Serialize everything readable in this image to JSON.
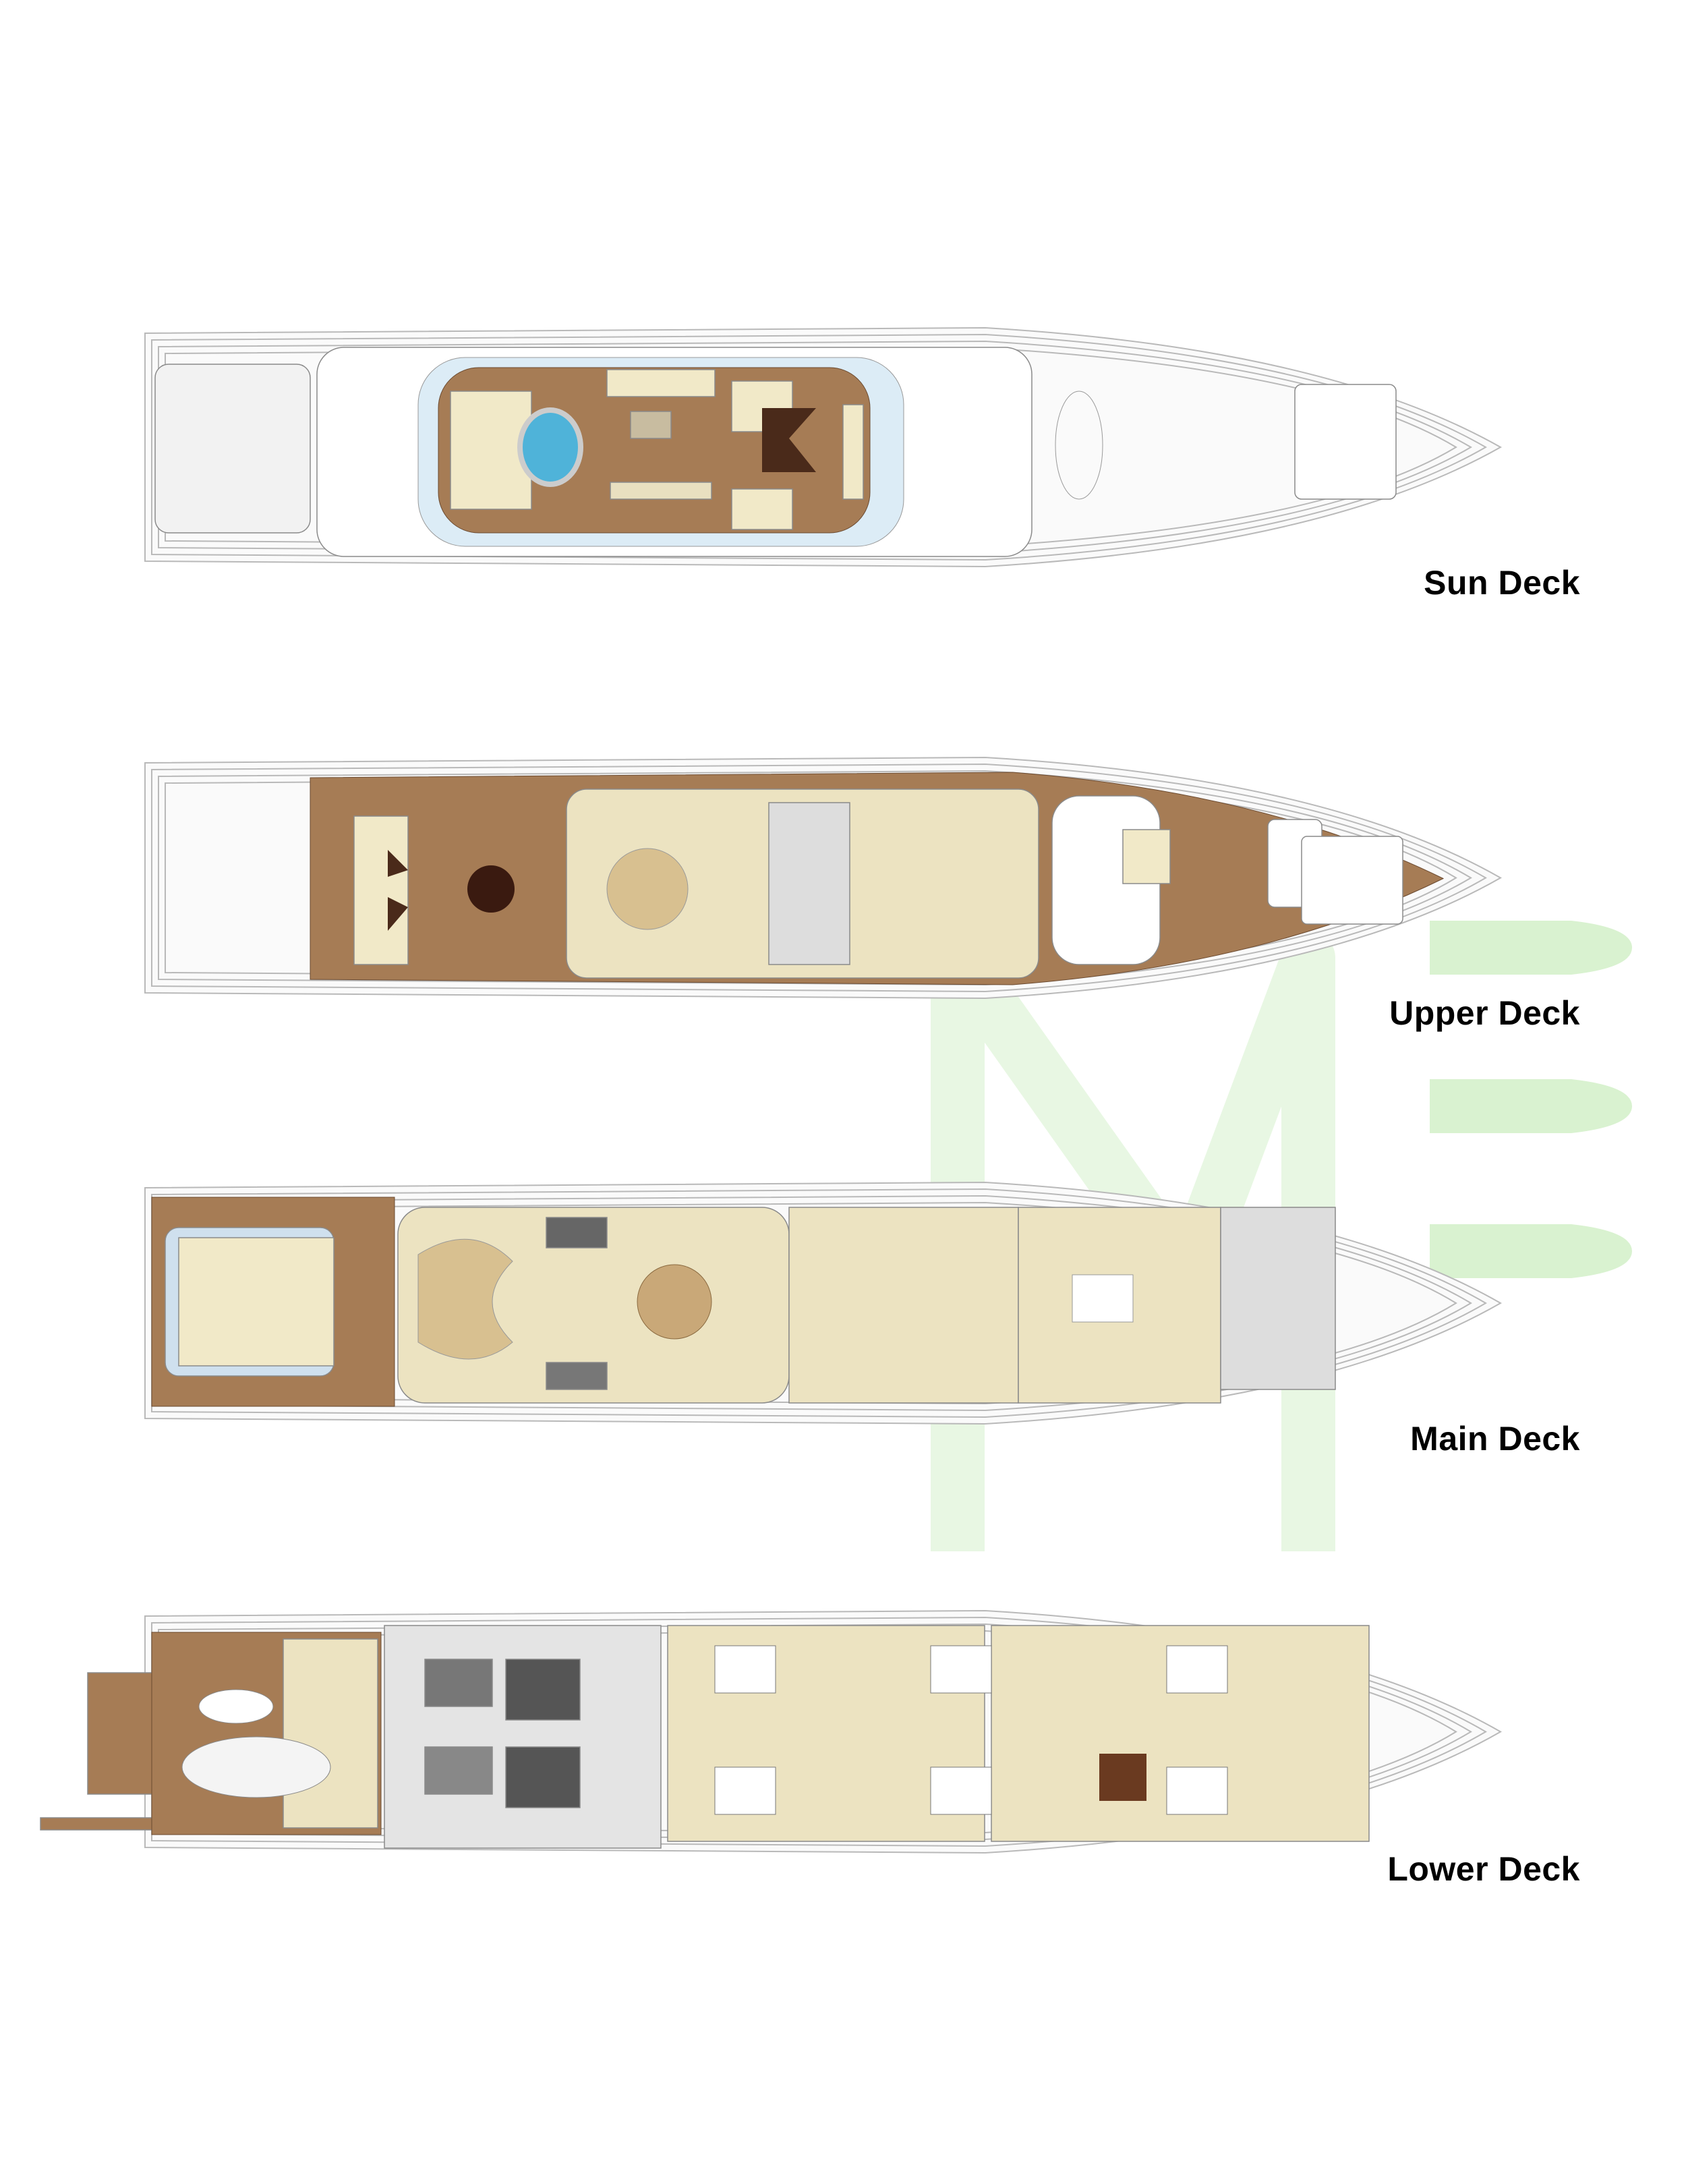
{
  "decks": [
    {
      "id": "sun",
      "label": "Sun Deck"
    },
    {
      "id": "upper",
      "label": "Upper Deck"
    },
    {
      "id": "main",
      "label": "Main Deck"
    },
    {
      "id": "lower",
      "label": "Lower Deck"
    }
  ],
  "watermark": {
    "letters": "ME",
    "color": "#d9f2d0"
  },
  "colors": {
    "teak": "#a67c55",
    "cream": "#ece3c1",
    "sofa": "#f1e9c8",
    "grey": "#d6d6d6",
    "dark": "#4a2a1a",
    "pool": "#4fb3d9",
    "hull_line": "#b9b9b9"
  }
}
